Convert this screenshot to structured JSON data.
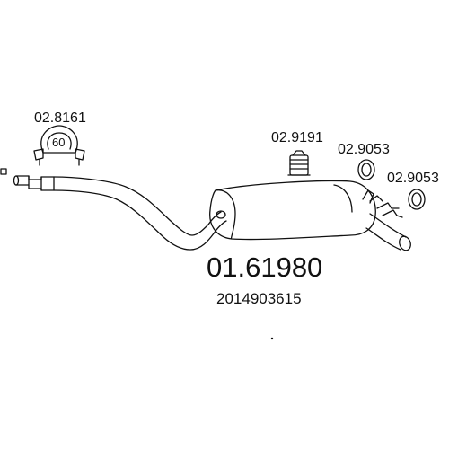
{
  "part_number": "01.61980",
  "oem_number": "2014903615",
  "accessories": [
    {
      "code": "02.8161",
      "label_on_part": "60"
    },
    {
      "code": "02.9191"
    },
    {
      "code": "02.9053"
    },
    {
      "code": "02.9053"
    }
  ],
  "colors": {
    "line": "#111111",
    "background": "#ffffff"
  }
}
